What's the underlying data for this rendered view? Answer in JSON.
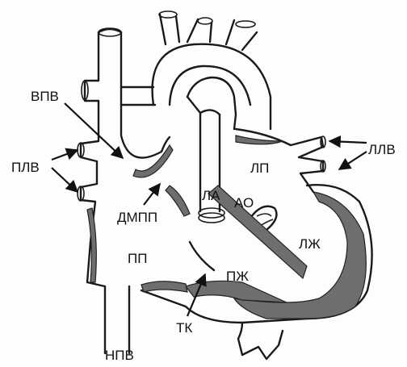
{
  "labels": {
    "vpv": "ВПВ",
    "plv": "ПЛВ",
    "llv": "ЛЛВ",
    "lp": "ЛП",
    "la": "ЛА",
    "ao": "АО",
    "dmpp": "ДМПП",
    "lzh": "ЛЖ",
    "pp": "ПП",
    "pzh": "ПЖ",
    "tk": "ТК",
    "npv": "НПВ"
  }
}
